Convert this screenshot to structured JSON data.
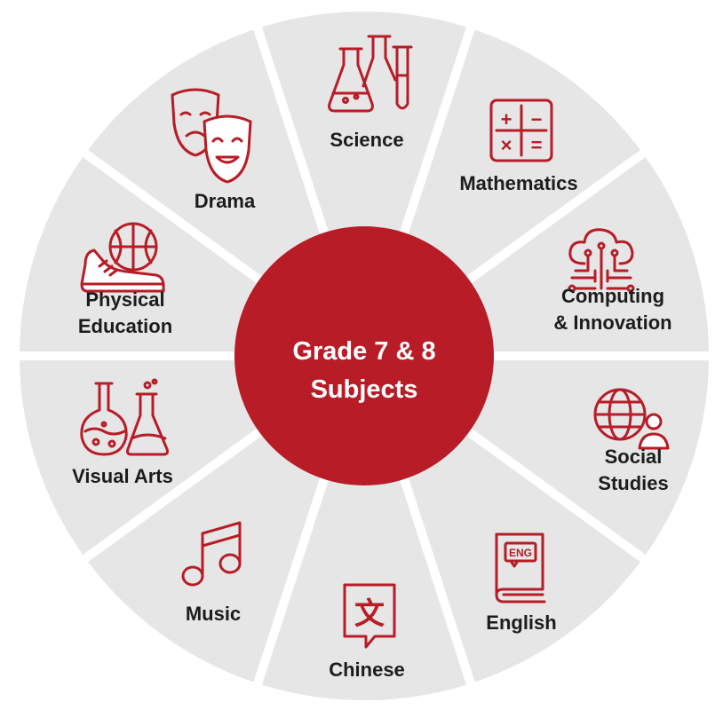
{
  "center": {
    "line1": "Grade 7 & 8",
    "line2": "Subjects"
  },
  "segments": [
    {
      "icon": "beakers-icon",
      "lines": [
        "Science"
      ]
    },
    {
      "icon": "calculator-icon",
      "lines": [
        "Mathematics"
      ]
    },
    {
      "icon": "cloud-circuit-icon",
      "lines": [
        "Computing",
        "& Innovation"
      ]
    },
    {
      "icon": "globe-person-icon",
      "lines": [
        "Social",
        "Studies"
      ]
    },
    {
      "icon": "eng-book-icon",
      "lines": [
        "English"
      ]
    },
    {
      "icon": "chinese-character-icon",
      "lines": [
        "Chinese"
      ]
    },
    {
      "icon": "music-note-icon",
      "lines": [
        "Music"
      ]
    },
    {
      "icon": "paint-flasks-icon",
      "lines": [
        "Visual Arts"
      ]
    },
    {
      "icon": "basketball-shoe-icon",
      "lines": [
        "Physical",
        "Education"
      ]
    },
    {
      "icon": "theatre-masks-icon",
      "lines": [
        "Drama"
      ]
    }
  ],
  "icon_glyphs": {
    "eng": "ENG",
    "chinese": "文",
    "calc": [
      "+",
      "−",
      "×",
      "="
    ]
  },
  "colors": {
    "accent": "#b71c27",
    "segment": "#e6e6e6",
    "divider": "#ffffff",
    "text": "#1c1c1c"
  }
}
